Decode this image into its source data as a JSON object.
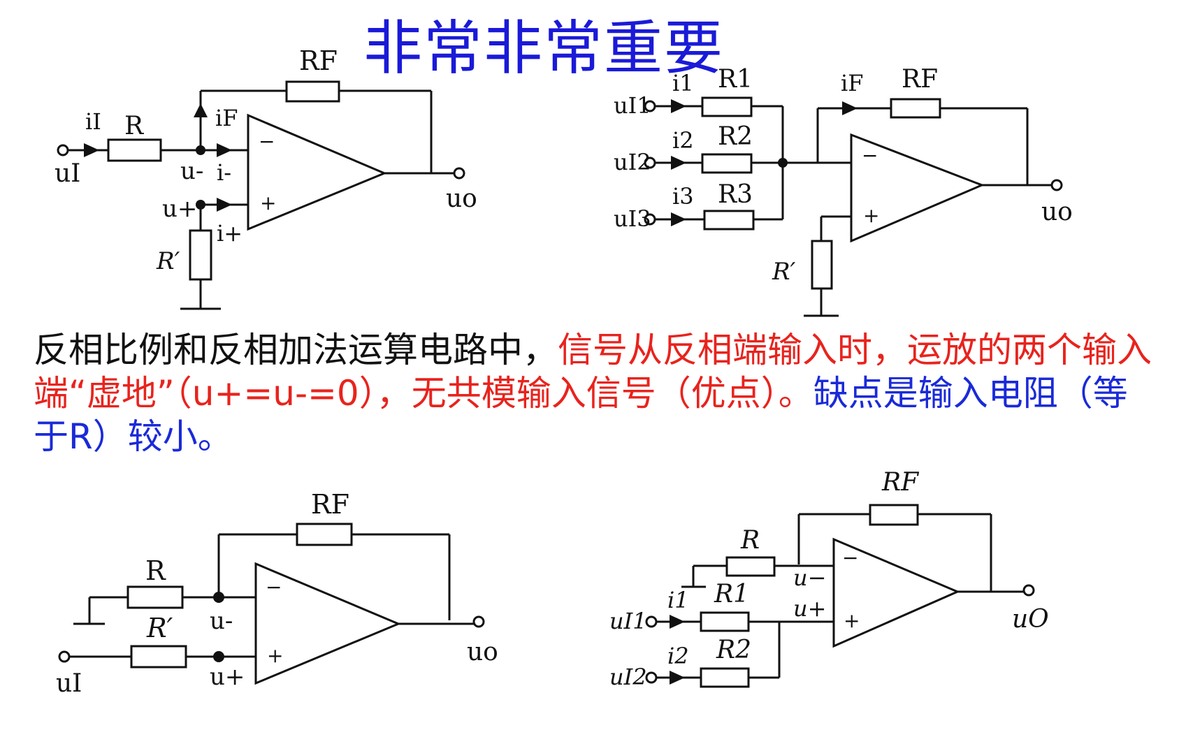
{
  "title": "非常非常重要",
  "paragraph": {
    "seg1": "反相比例和反相加法运算电路中，",
    "seg2": "信号从反相端输入时，运放的两个输入端“虚地”（u+=u-=0），无共模输入信号（优点）。",
    "seg3": "缺点是输入电阻（等于R）较小。"
  },
  "colors": {
    "title": "#1a1ad8",
    "black": "#111111",
    "red": "#e8231d",
    "blue": "#1a2ad8"
  },
  "c1": {
    "iI": "iI",
    "R": "R",
    "RF": "RF",
    "iF": "iF",
    "uI": "uI",
    "um": "u-",
    "im": "i-",
    "up": "u+",
    "ip": "i+",
    "Rp": "R′",
    "uo": "uo",
    "minus": "−",
    "plus": "+"
  },
  "c2": {
    "i1": "i1",
    "i2": "i2",
    "i3": "i3",
    "R1": "R1",
    "R2": "R2",
    "R3": "R3",
    "iF": "iF",
    "RF": "RF",
    "uI1": "uI1",
    "uI2": "uI2",
    "uI3": "uI3",
    "uo": "uo",
    "Rp": "R′",
    "minus": "−",
    "plus": "+"
  },
  "c3": {
    "RF": "RF",
    "R": "R",
    "Rp": "R′",
    "um": "u-",
    "up": "u+",
    "uI": "uI",
    "uo": "uo",
    "minus": "−",
    "plus": "+"
  },
  "c4": {
    "RF": "RF",
    "R": "R",
    "R1": "R1",
    "R2": "R2",
    "i1": "i1",
    "i2": "i2",
    "um": "u−",
    "up": "u+",
    "uI1": "uI1",
    "uI2": "uI2",
    "uO": "uO",
    "minus": "−",
    "plus": "+"
  }
}
